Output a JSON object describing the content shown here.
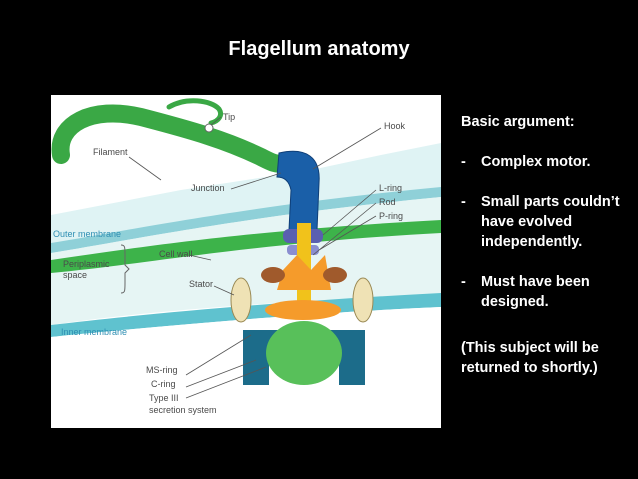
{
  "slide": {
    "title": "Flagellum anatomy"
  },
  "diagram": {
    "labels": {
      "tip": "Tip",
      "hook": "Hook",
      "filament": "Filament",
      "junction": "Junction",
      "l_ring": "L-ring",
      "rod": "Rod",
      "p_ring": "P-ring",
      "outer_membrane": "Outer membrane",
      "cell_wall": "Cell wall",
      "periplasmic": "Periplasmic",
      "space": "space",
      "stator": "Stator",
      "inner_membrane": "Inner membrane",
      "ms_ring": "MS-ring",
      "c_ring": "C-ring",
      "type_iii": "Type III",
      "secretion_system": "secretion system"
    }
  },
  "panel": {
    "heading": "Basic argument:",
    "bullets": [
      {
        "marker": "-",
        "text": "Complex motor."
      },
      {
        "marker": "-",
        "text": "Small parts couldn’t have evolved independently."
      },
      {
        "marker": "-",
        "text": "Must have been designed."
      }
    ],
    "note": "(This subject will be returned to shortly.)"
  }
}
